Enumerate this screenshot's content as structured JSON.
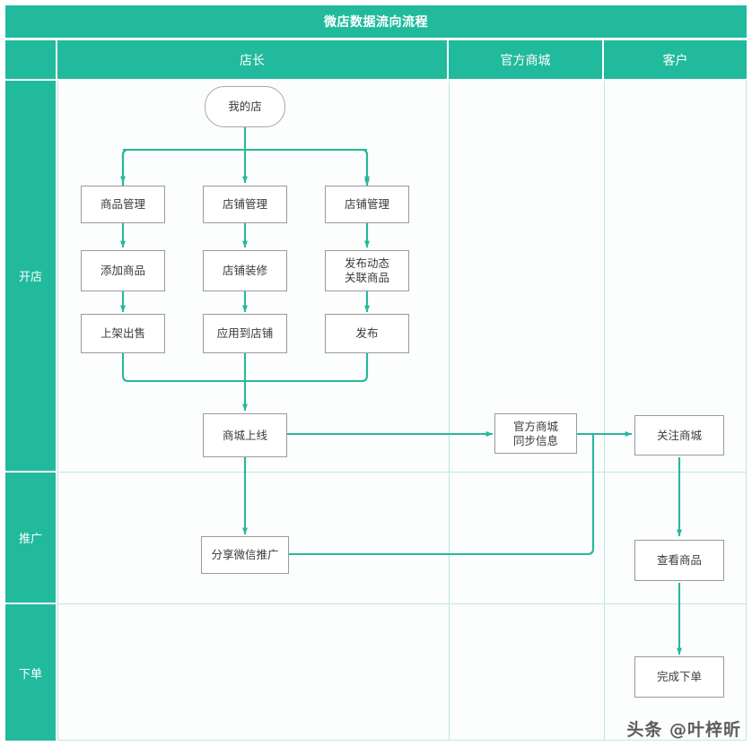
{
  "header": {
    "title": "微店数据流向流程",
    "accent_color": "#21BA9D",
    "corner_label": ""
  },
  "columns": [
    {
      "id": "shopowner",
      "label": "店长"
    },
    {
      "id": "official-mall",
      "label": "官方商城"
    },
    {
      "id": "customer",
      "label": "客户"
    }
  ],
  "rows": [
    {
      "id": "open-shop",
      "label": "开店"
    },
    {
      "id": "promotion",
      "label": "推广"
    },
    {
      "id": "place-order",
      "label": "下单"
    }
  ],
  "nodes": {
    "start": "我的店",
    "goods_manage": "商品管理",
    "shop_manage_1": "店铺管理",
    "shop_manage_2": "店铺管理",
    "add_goods": "添加商品",
    "shop_decorate": "店铺装修",
    "publish_dynamic": "发布动态\n关联商品",
    "on_sale": "上架出售",
    "apply_to_shop": "应用到店铺",
    "publish": "发布",
    "mall_online": "商城上线",
    "mall_sync": "官方商城\n同步信息",
    "follow_mall": "关注商城",
    "share_wechat": "分享微信推广",
    "view_goods": "查看商品",
    "finish_order": "完成下单"
  },
  "watermark": "头条 @叶梓昕",
  "colors": {
    "accent": "#21BA9D",
    "wire": "#26B89C",
    "node_border": "#9A9A9A",
    "grid": "#BFE8DF",
    "canvas": "#FCFDFD"
  }
}
